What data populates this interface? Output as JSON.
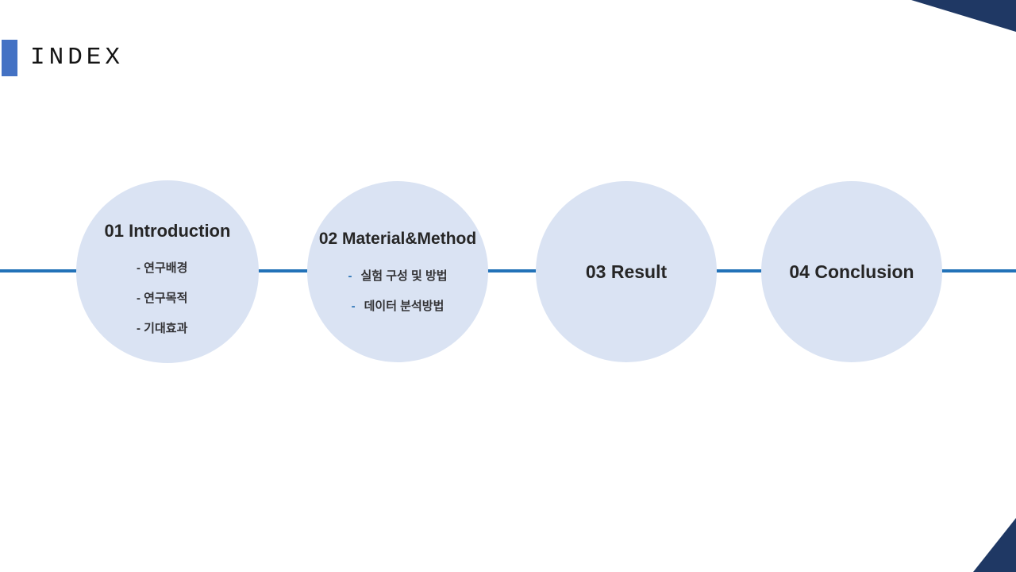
{
  "header": {
    "title": "INDEX"
  },
  "toc": {
    "items": [
      {
        "label": "01 Introduction",
        "subitems": [
          "- 연구배경",
          "- 연구목적",
          "- 기대효과"
        ]
      },
      {
        "label": "02 Material&Method",
        "subitems": [
          {
            "dash": "-",
            "text": "실험 구성 및 방법"
          },
          {
            "dash": "-",
            "text": "데이터 분석방법"
          }
        ]
      },
      {
        "label": "03 Result",
        "subitems": []
      },
      {
        "label": "04 Conclusion",
        "subitems": []
      }
    ]
  },
  "colors": {
    "accent": "#4472C4",
    "timeline": "#2272B8",
    "circle_fill": "#DAE3F3",
    "corner": "#1F3864",
    "dash_accent": "#2E75B6",
    "text": "#262626"
  }
}
